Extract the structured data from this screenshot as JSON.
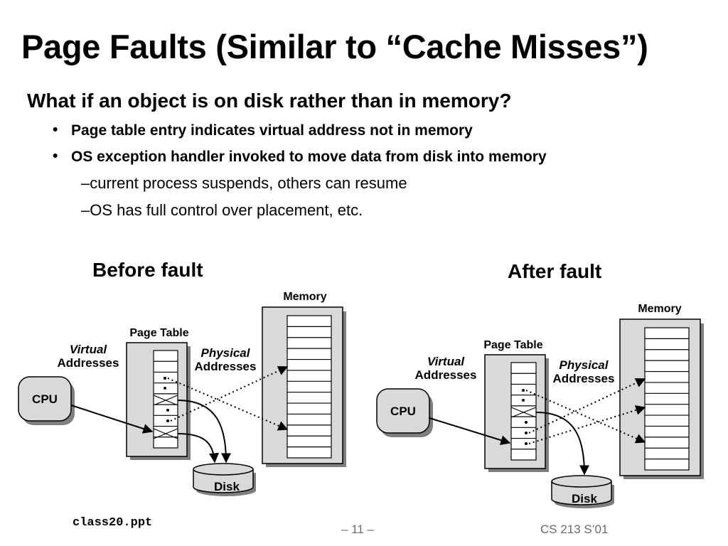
{
  "slide": {
    "title": "Page Faults (Similar to “Cache Misses”)",
    "question": "What if an object is on disk rather than in memory?",
    "bullets": [
      "Page table entry indicates virtual address not in memory",
      "OS exception handler invoked to move data from disk into memory"
    ],
    "sub_bullets": [
      "current process suspends, others can resume",
      "OS has full control over placement, etc."
    ],
    "sub_marker": "–",
    "bullet_marker": "•"
  },
  "before": {
    "heading": "Before fault",
    "memory": "Memory",
    "page_table": "Page Table",
    "virtual_1": "Virtual",
    "virtual_2": "Addresses",
    "physical_1": "Physical",
    "physical_2": "Addresses",
    "cpu": "CPU",
    "disk": "Disk"
  },
  "after": {
    "heading": "After fault",
    "memory": "Memory",
    "page_table": "Page Table",
    "virtual_1": "Virtual",
    "virtual_2": "Addresses",
    "physical_1": "Physical",
    "physical_2": "Addresses",
    "cpu": "CPU",
    "disk": "Disk"
  },
  "footer": {
    "file": "class20.ppt",
    "page": "– 11 –",
    "course": "CS 213 S’01"
  }
}
